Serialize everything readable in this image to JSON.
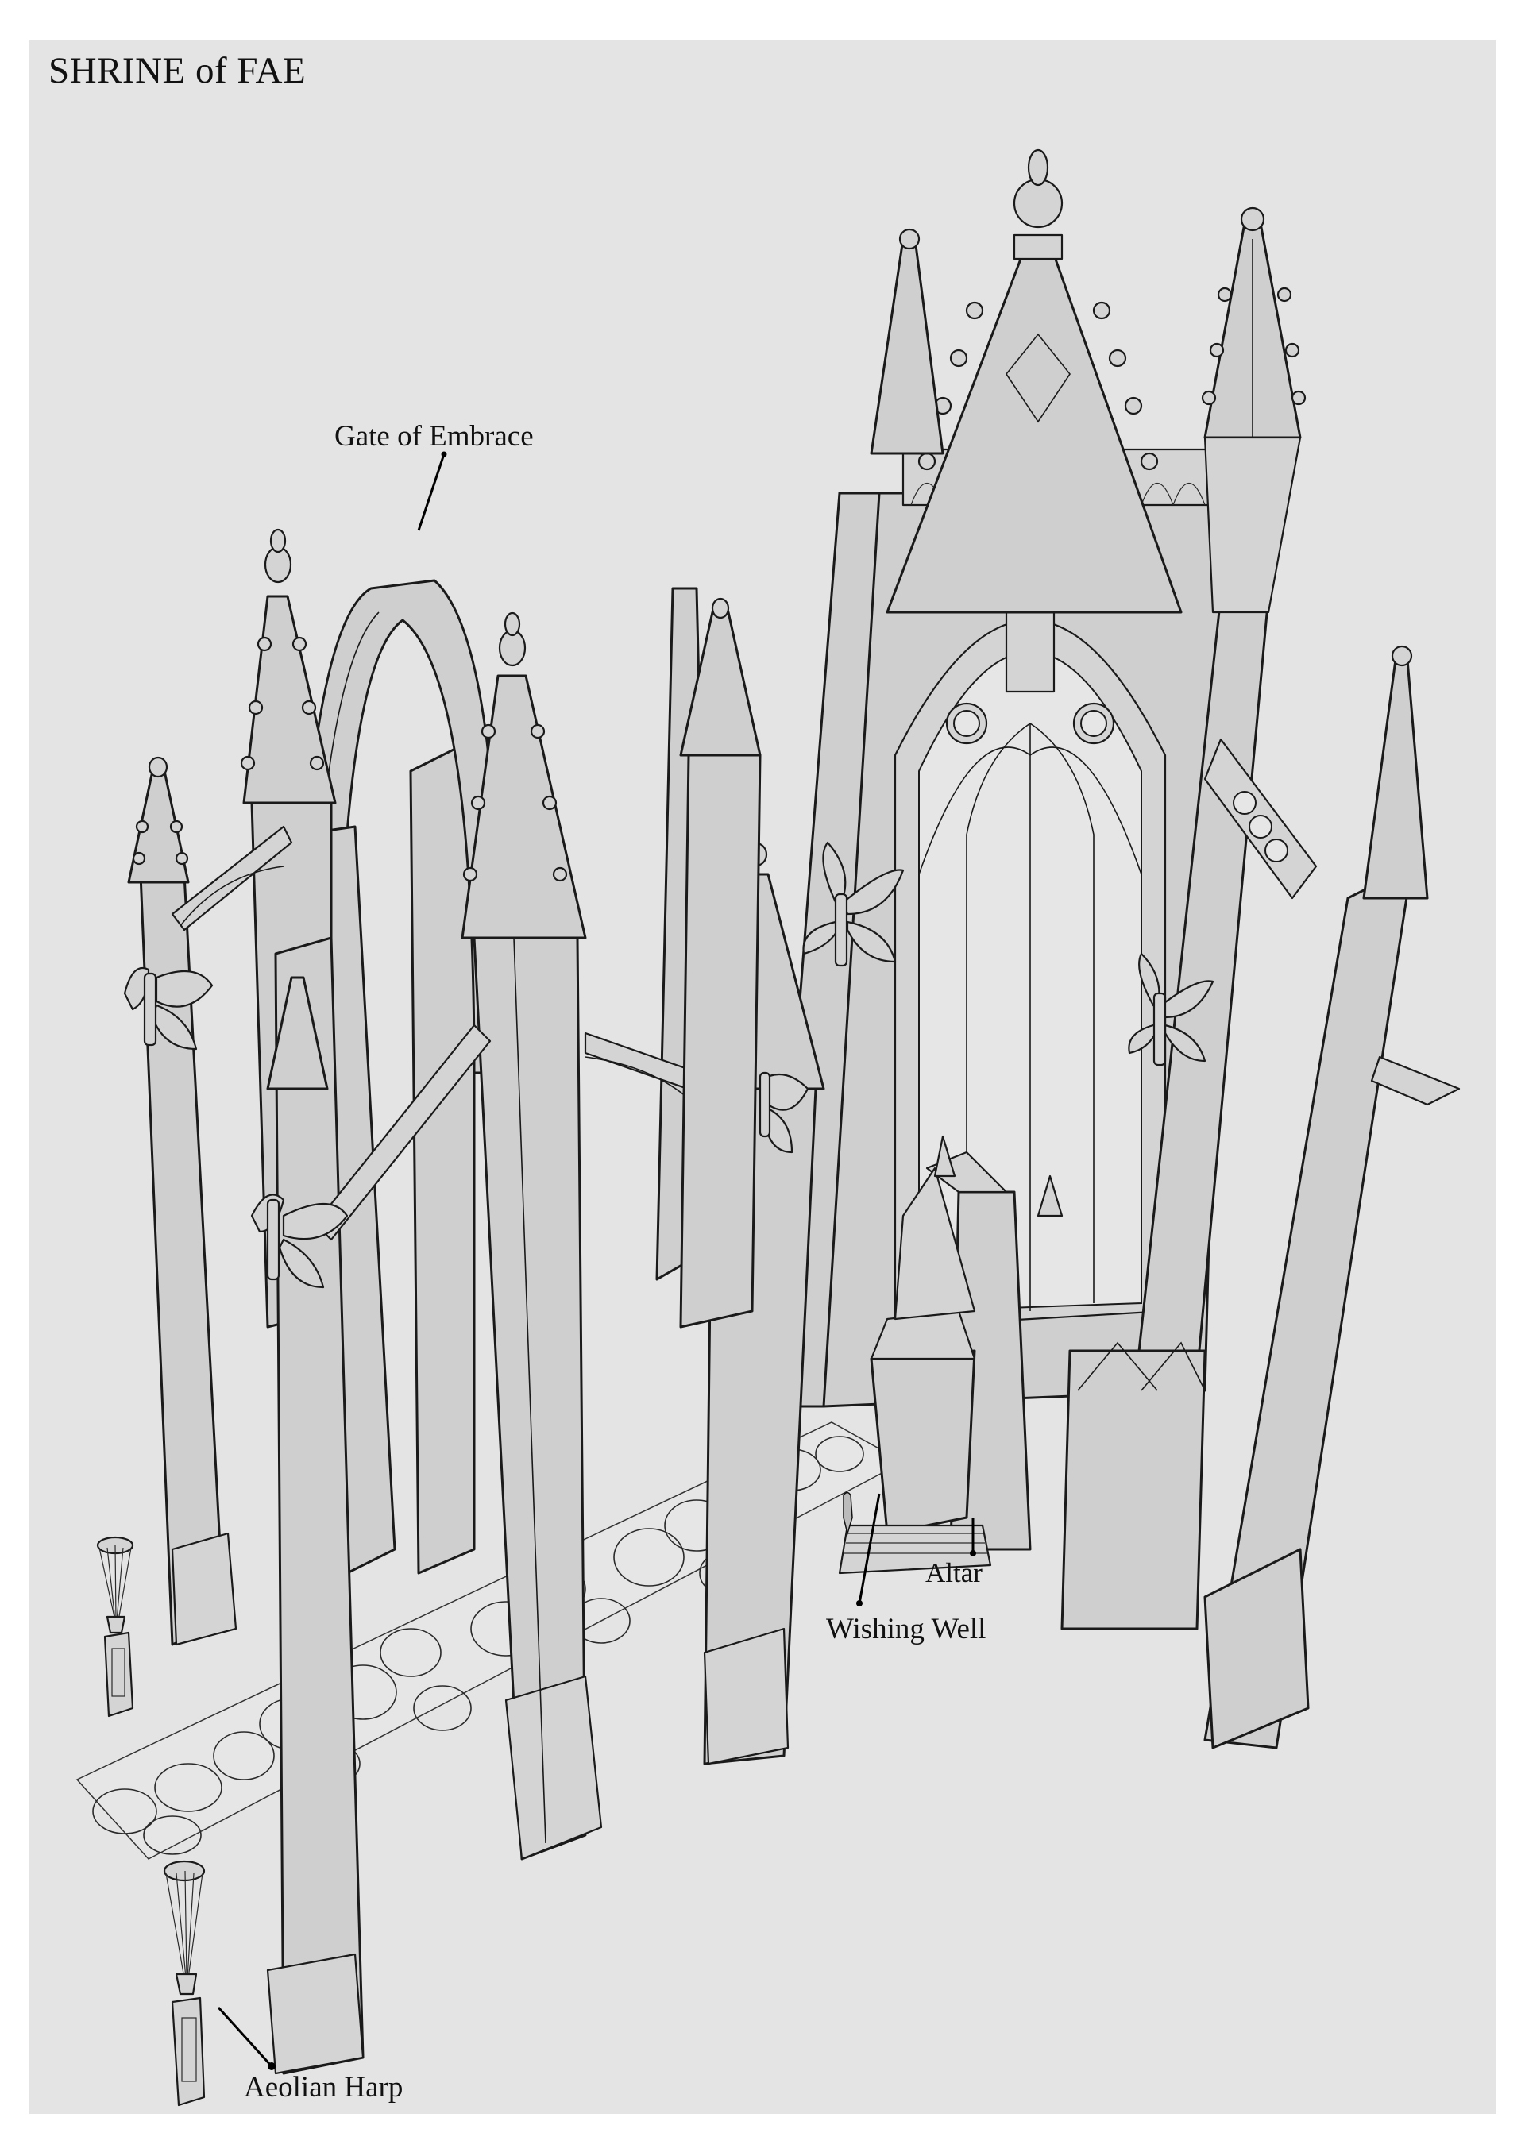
{
  "page": {
    "background": "#ffffff",
    "panel_background": "#e4e4e4",
    "line_color": "#1a1a1a",
    "fill_color": "#cfcfcf"
  },
  "title": "SHRINE of FAE",
  "labels": {
    "gate": "Gate of Embrace",
    "altar": "Altar",
    "wishing_well": "Wishing Well",
    "harp": "Aeolian Harp"
  },
  "illustration": {
    "subject": "Gothic shrine concept sketch",
    "elements": [
      {
        "name": "Gate of Embrace",
        "type": "pointed arch gate"
      },
      {
        "name": "Altar",
        "type": "altar block"
      },
      {
        "name": "Wishing Well",
        "type": "canopied well with steps"
      },
      {
        "name": "Aeolian Harp",
        "type": "harp on pedestal",
        "count": 2
      },
      {
        "name": "Fairy statues",
        "type": "winged figure statues",
        "count": 5
      },
      {
        "name": "Spired pillars",
        "type": "pinnacle columns"
      },
      {
        "name": "Tracery window",
        "type": "gothic lancet window"
      },
      {
        "name": "Cobblestone path",
        "type": "path"
      }
    ]
  }
}
